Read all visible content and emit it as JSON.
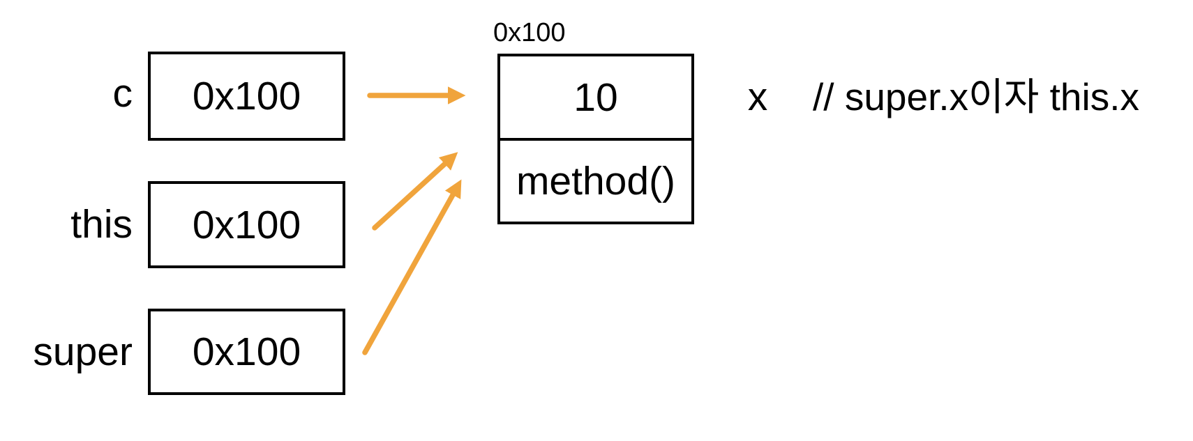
{
  "diagram": {
    "colors": {
      "arrow": "#F0A43C",
      "border": "#000000",
      "background": "#FFFFFF",
      "text": "#000000"
    },
    "variables": [
      {
        "label": "c",
        "value": "0x100"
      },
      {
        "label": "this",
        "value": "0x100"
      },
      {
        "label": "super",
        "value": "0x100"
      }
    ],
    "object": {
      "address_label": "0x100",
      "fields": [
        {
          "value": "10"
        },
        {
          "value": "method()"
        }
      ]
    },
    "annotation": {
      "field_name": "x",
      "comment": "// super.x이자 this.x"
    }
  }
}
